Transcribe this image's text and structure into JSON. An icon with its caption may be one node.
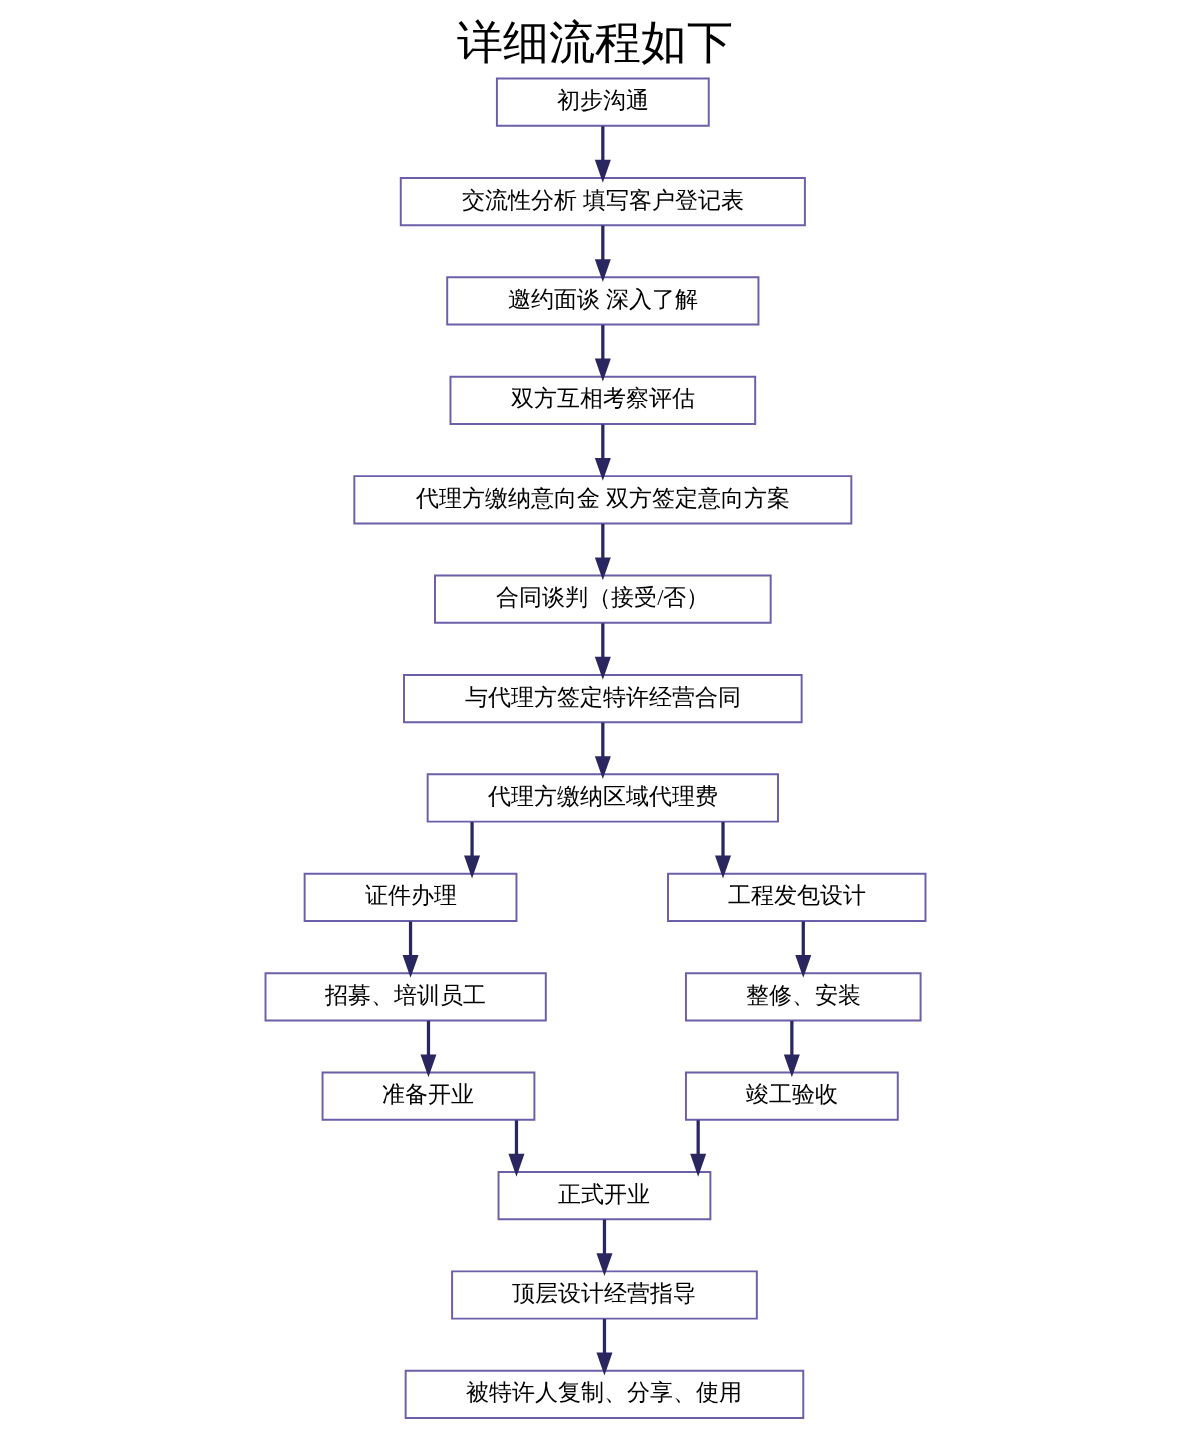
{
  "diagram": {
    "title": "详细流程如下",
    "nodes": [
      {
        "text": [
          "初步沟通"
        ]
      },
      {
        "text": [
          "交流性分析 填写客户登记表"
        ]
      },
      {
        "text": [
          "邀约面谈 深入了解"
        ]
      },
      {
        "text": [
          "双方互相考察评估"
        ]
      },
      {
        "text": [
          "代理方缴纳意向金 双方签定意向方案"
        ]
      },
      {
        "text": [
          "合同谈判（接受/否）"
        ]
      },
      {
        "text": [
          "与代理方签定特许经营合同"
        ]
      },
      {
        "text": [
          "代理方缴纳区域代理费"
        ]
      },
      {
        "text": [
          "证件办理"
        ]
      },
      {
        "text": [
          "工程发包设计"
        ]
      },
      {
        "text": [
          "招募、培训员工"
        ]
      },
      {
        "text": [
          "整修、安装"
        ]
      },
      {
        "text": [
          "准备开业"
        ]
      },
      {
        "text": [
          "竣工验收"
        ]
      },
      {
        "text": [
          "正式开业"
        ]
      },
      {
        "text": [
          "顶层设计经营指导"
        ]
      },
      {
        "text": [
          "被特许人复制、分享、使用"
        ]
      }
    ],
    "edges": [
      {
        "from": 0,
        "to": 1,
        "arrow": "to"
      },
      {
        "from": 1,
        "to": 2,
        "arrow": "to"
      },
      {
        "from": 2,
        "to": 3,
        "arrow": "to"
      },
      {
        "from": 3,
        "to": 4,
        "arrow": "to"
      },
      {
        "from": 4,
        "to": 5,
        "arrow": "to"
      },
      {
        "from": 5,
        "to": 6,
        "arrow": "to"
      },
      {
        "from": 6,
        "to": 7,
        "arrow": "to"
      },
      {
        "from": 7,
        "to": 8,
        "arrow": "to"
      },
      {
        "from": 7,
        "to": 9,
        "arrow": "to"
      },
      {
        "from": 8,
        "to": 10,
        "arrow": "to"
      },
      {
        "from": 9,
        "to": 11,
        "arrow": "to"
      },
      {
        "from": 10,
        "to": 12,
        "arrow": "to"
      },
      {
        "from": 11,
        "to": 13,
        "arrow": "to"
      },
      {
        "from": 12,
        "to": 14,
        "arrow": "to"
      },
      {
        "from": 13,
        "to": 14,
        "arrow": "to"
      },
      {
        "from": 14,
        "to": 15,
        "arrow": "to"
      },
      {
        "from": 15,
        "to": 16,
        "arrow": "to"
      }
    ]
  }
}
